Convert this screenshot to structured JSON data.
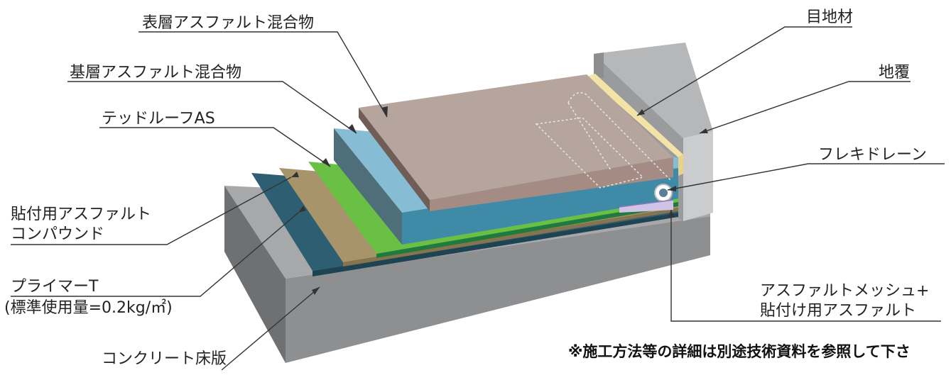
{
  "labels": {
    "surface_asphalt": "表層アスファルト混合物",
    "base_asphalt": "基層アスファルト混合物",
    "tedroof": "テッドルーフAS",
    "compound_1": "貼付用アスファルト",
    "compound_2": "コンパウンド",
    "primer_1": "プライマーT",
    "primer_2": "(標準使用量=0.2kg/㎡)",
    "concrete": "コンクリート床版",
    "joint": "目地材",
    "jifuku": "地覆",
    "drain": "フレキドレーン",
    "mesh_1": "アスファルトメッシュ+",
    "mesh_2": "貼付け用アスファルト"
  },
  "note": "※施工方法等の詳細は別途技術資料を参照して下さ",
  "colors": {
    "concrete_top": "#a7a8aa",
    "concrete_front": "#8e8f91",
    "primer": "#2e5e72",
    "compound": "#a8946a",
    "tedroof": "#6abf45",
    "base": "#86bcd4",
    "surface": "#b5a59d",
    "joint": "#f3e3a6",
    "wall": "#cbcccd"
  }
}
